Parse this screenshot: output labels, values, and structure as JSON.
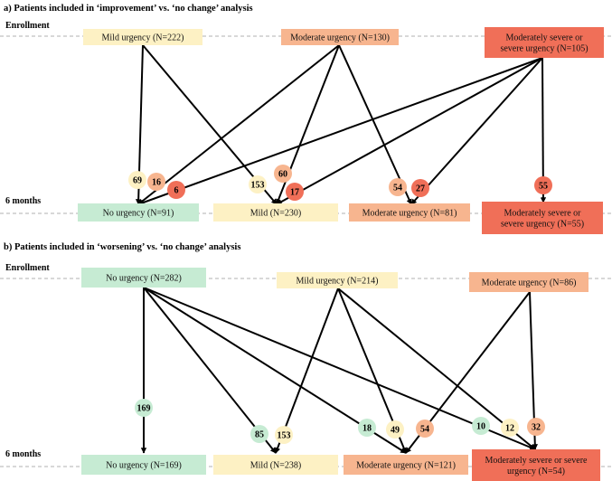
{
  "colors": {
    "none": "#c6ebd3",
    "mild": "#fdf1c4",
    "moderate": "#f7b58f",
    "severe": "#f06f58",
    "line": "#000000"
  },
  "panels": [
    {
      "id": "a",
      "title": "a)  Patients included in ‘improvement’ vs. ‘no change’ analysis",
      "enrollment_label": "Enrollment",
      "followup_label": "6 months",
      "enrollment_boxes": [
        {
          "id": "a-en-mild",
          "lines": [
            "Mild urgency (N=222)"
          ],
          "color": "mild"
        },
        {
          "id": "a-en-mod",
          "lines": [
            "Moderate urgency (N=130)"
          ],
          "color": "moderate"
        },
        {
          "id": "a-en-sev",
          "lines": [
            "Moderately severe or",
            "severe urgency (N=105)"
          ],
          "color": "severe"
        }
      ],
      "followup_boxes": [
        {
          "id": "a-fu-none",
          "lines": [
            "No urgency (N=91)"
          ],
          "color": "none"
        },
        {
          "id": "a-fu-mild",
          "lines": [
            "Mild (N=230)"
          ],
          "color": "mild"
        },
        {
          "id": "a-fu-mod",
          "lines": [
            "Moderate urgency (N=81)"
          ],
          "color": "moderate"
        },
        {
          "id": "a-fu-sev",
          "lines": [
            "Moderately severe or",
            "severe urgency (N=55)"
          ],
          "color": "severe"
        }
      ],
      "flows": [
        {
          "from": "a-en-mild",
          "to": "a-fu-none",
          "count": "69",
          "color": "mild"
        },
        {
          "from": "a-en-mod",
          "to": "a-fu-none",
          "count": "16",
          "color": "moderate"
        },
        {
          "from": "a-en-sev",
          "to": "a-fu-none",
          "count": "6",
          "color": "severe"
        },
        {
          "from": "a-en-mild",
          "to": "a-fu-mild",
          "count": "153",
          "color": "mild"
        },
        {
          "from": "a-en-mod",
          "to": "a-fu-mild",
          "count": "60",
          "color": "moderate"
        },
        {
          "from": "a-en-sev",
          "to": "a-fu-mild",
          "count": "17",
          "color": "severe"
        },
        {
          "from": "a-en-mod",
          "to": "a-fu-mod",
          "count": "54",
          "color": "moderate"
        },
        {
          "from": "a-en-sev",
          "to": "a-fu-mod",
          "count": "27",
          "color": "severe"
        },
        {
          "from": "a-en-sev",
          "to": "a-fu-sev",
          "count": "55",
          "color": "severe"
        }
      ]
    },
    {
      "id": "b",
      "title": "b)  Patients included in ‘worsening’ vs. ‘no change’ analysis",
      "enrollment_label": "Enrollment",
      "followup_label": "6 months",
      "enrollment_boxes": [
        {
          "id": "b-en-none",
          "lines": [
            "No urgency (N=282)"
          ],
          "color": "none"
        },
        {
          "id": "b-en-mild",
          "lines": [
            "Mild urgency (N=214)"
          ],
          "color": "mild"
        },
        {
          "id": "b-en-mod",
          "lines": [
            "Moderate urgency (N=86)"
          ],
          "color": "moderate"
        }
      ],
      "followup_boxes": [
        {
          "id": "b-fu-none",
          "lines": [
            "No urgency (N=169)"
          ],
          "color": "none"
        },
        {
          "id": "b-fu-mild",
          "lines": [
            "Mild (N=238)"
          ],
          "color": "mild"
        },
        {
          "id": "b-fu-mod",
          "lines": [
            "Moderate urgency (N=121)"
          ],
          "color": "moderate"
        },
        {
          "id": "b-fu-sev",
          "lines": [
            "Moderately severe or severe",
            "urgency (N=54)"
          ],
          "color": "severe"
        }
      ],
      "flows": [
        {
          "from": "b-en-none",
          "to": "b-fu-none",
          "count": "169",
          "color": "none"
        },
        {
          "from": "b-en-none",
          "to": "b-fu-mild",
          "count": "85",
          "color": "none"
        },
        {
          "from": "b-en-mild",
          "to": "b-fu-mild",
          "count": "153",
          "color": "mild"
        },
        {
          "from": "b-en-none",
          "to": "b-fu-mod",
          "count": "18",
          "color": "none"
        },
        {
          "from": "b-en-mild",
          "to": "b-fu-mod",
          "count": "49",
          "color": "mild"
        },
        {
          "from": "b-en-mod",
          "to": "b-fu-mod",
          "count": "54",
          "color": "moderate"
        },
        {
          "from": "b-en-none",
          "to": "b-fu-sev",
          "count": "10",
          "color": "none"
        },
        {
          "from": "b-en-mild",
          "to": "b-fu-sev",
          "count": "12",
          "color": "mild"
        },
        {
          "from": "b-en-mod",
          "to": "b-fu-sev",
          "count": "32",
          "color": "moderate"
        }
      ]
    }
  ]
}
